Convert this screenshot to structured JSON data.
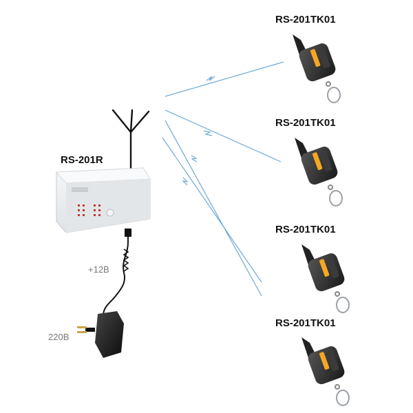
{
  "receiver": {
    "label": "RS-201R"
  },
  "transmitters": [
    {
      "label": "RS-201TK01"
    },
    {
      "label": "RS-201TK01"
    },
    {
      "label": "RS-201TK01"
    },
    {
      "label": "RS-201TK01"
    }
  ],
  "power": {
    "dc_label": "+12B",
    "ac_label": "220B"
  },
  "colors": {
    "signal": "#6aa8d8",
    "device": "#e9ecef",
    "remote": "#2a2a2a",
    "button": "#f5a623"
  }
}
